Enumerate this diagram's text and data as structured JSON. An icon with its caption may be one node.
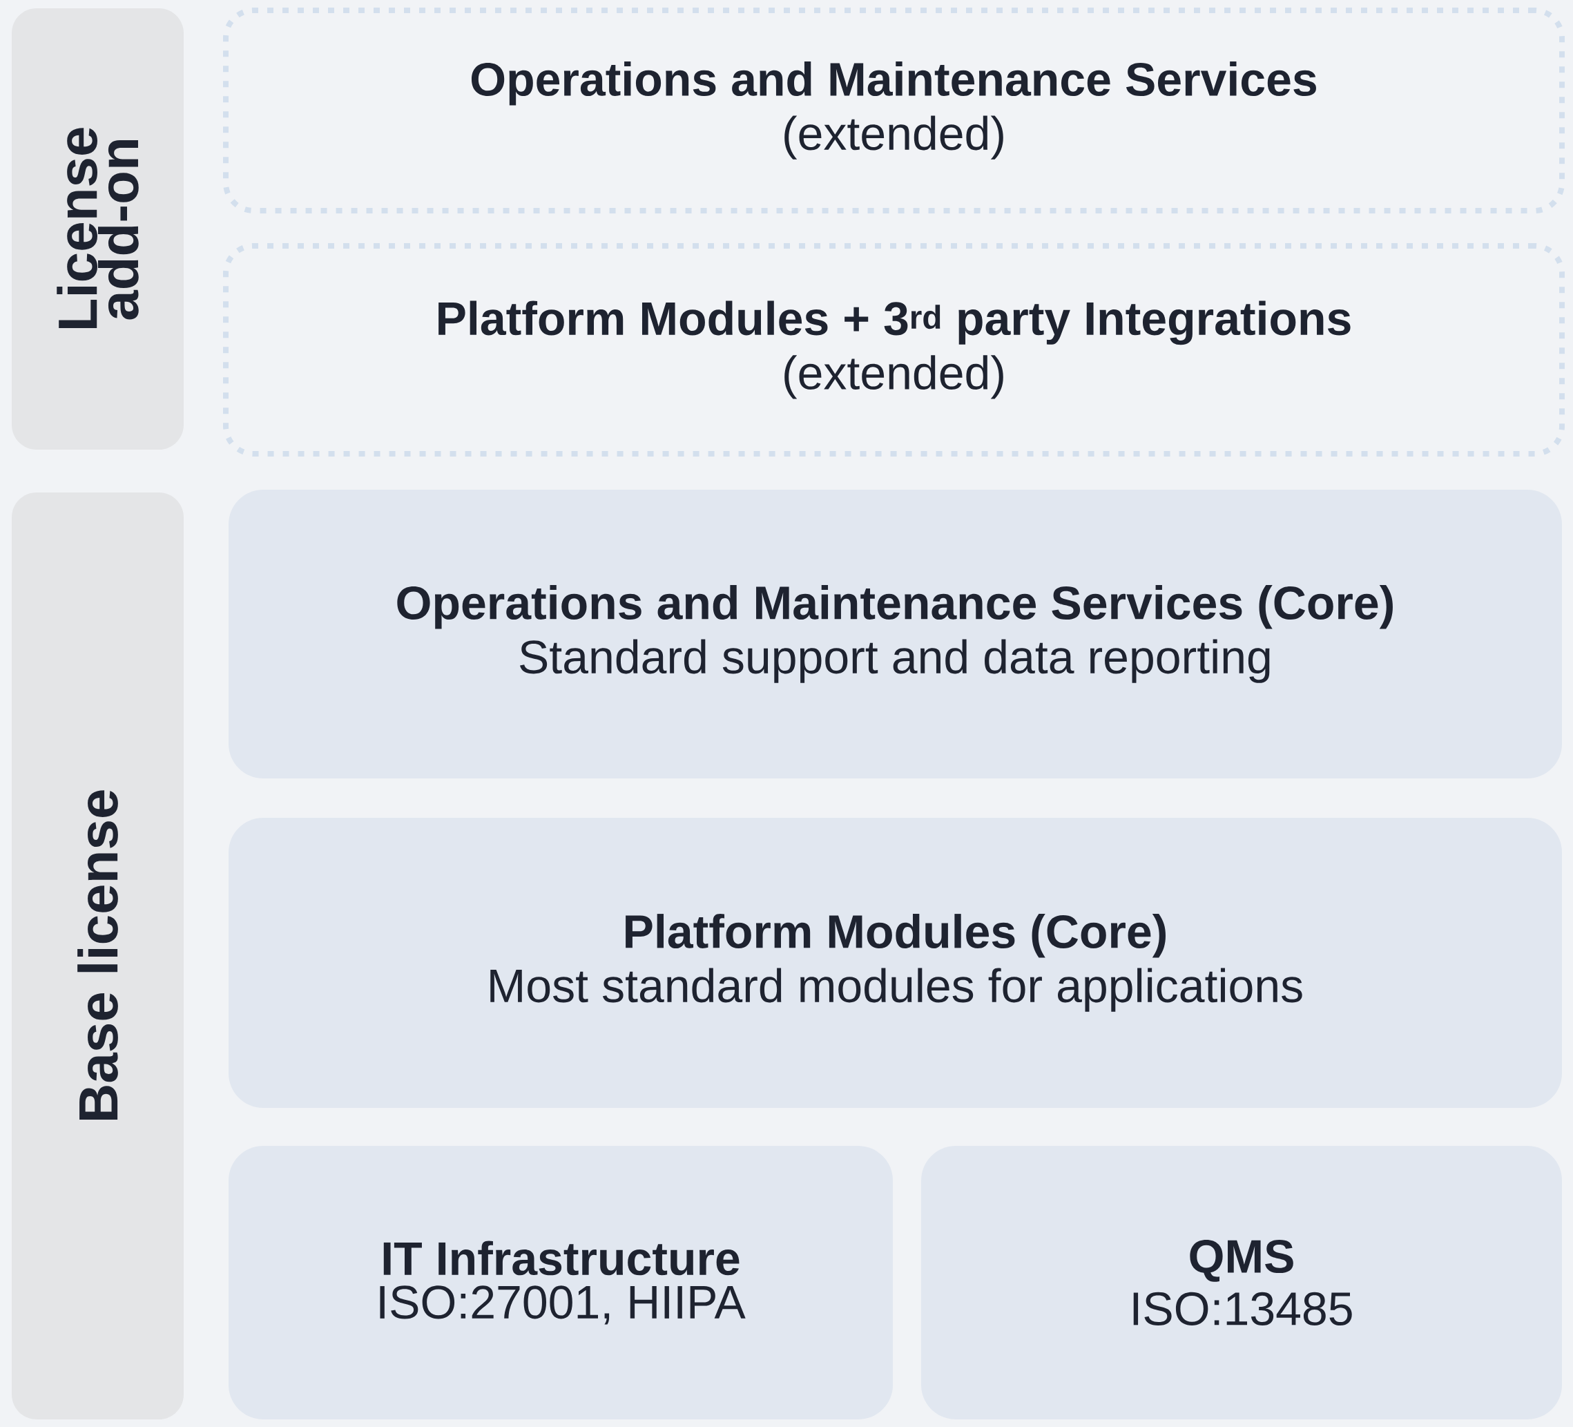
{
  "diagram": {
    "nodes": [
      {
        "text": [
          "License add-on"
        ]
      },
      {
        "text": [
          "Operations and Maintenance Services",
          "(extended)"
        ]
      },
      {
        "text": [
          "Platform Modules + 3$^{rd}$ party Integrations",
          "(extended)"
        ]
      },
      {
        "text": [
          "Base license"
        ]
      },
      {
        "text": [
          "Operations and Maintenance Services (Core)",
          "Standard support and data reporting"
        ]
      },
      {
        "text": [
          "Platform Modules (Core)",
          "Most standard modules for applications"
        ]
      },
      {
        "text": [
          "IT Infrastructure",
          "ISO:27001, HIIPA"
        ]
      },
      {
        "text": [
          "QMS",
          "ISO:13485"
        ]
      }
    ]
  }
}
